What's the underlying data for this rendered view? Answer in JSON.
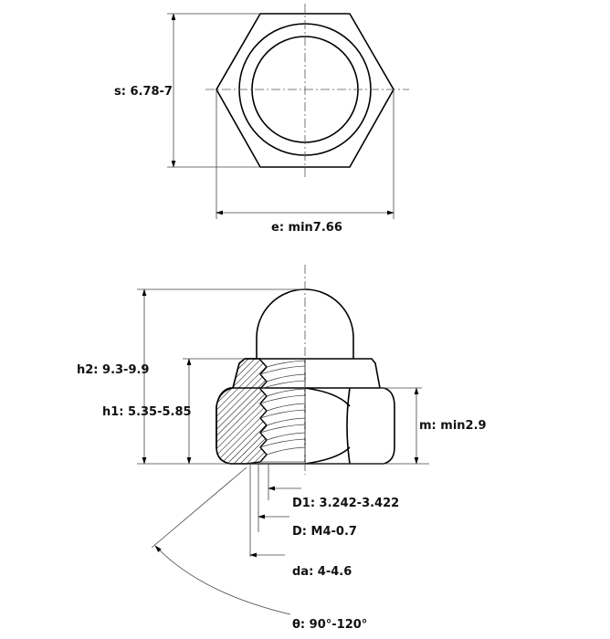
{
  "labels": {
    "s": "s: 6.78-7",
    "e": "e: min7.66",
    "h2": "h2: 9.3-9.9",
    "h1": "h1: 5.35-5.85",
    "m": "m: min2.9",
    "D1": "D1: 3.242-3.422",
    "D": "D: M4-0.7",
    "da": "da: 4-4.6",
    "theta": "θ: 90°-120°"
  }
}
